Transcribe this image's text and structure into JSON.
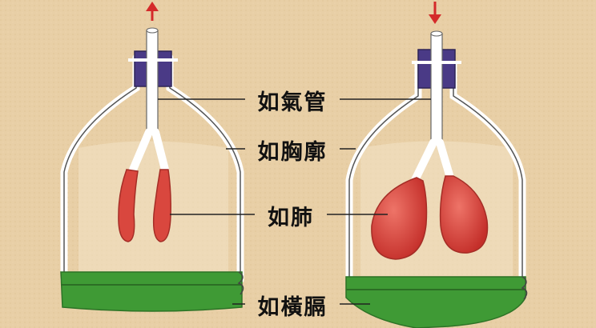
{
  "labels": {
    "trachea": "如氣管",
    "ribcage": "如胸廓",
    "lung": "如肺",
    "diaphragm": "如橫膈"
  },
  "colors": {
    "paper": "#e8cfa6",
    "lung": "#d9473e",
    "diaphragm": "#3f9a35",
    "stopper": "#4a3a86",
    "arrow": "#d42a2a",
    "line": "#222222"
  }
}
